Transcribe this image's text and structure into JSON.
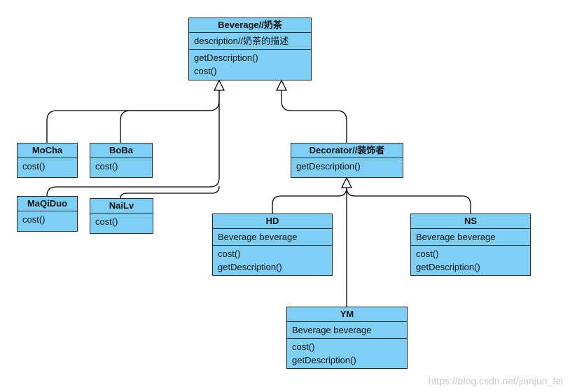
{
  "classes": {
    "beverage": {
      "name": "Beverage//奶茶",
      "fields": [
        "description//奶茶的描述"
      ],
      "methods": [
        "getDescription()",
        "cost()"
      ]
    },
    "mocha": {
      "name": "MoCha",
      "fields": [],
      "methods": [
        "cost()"
      ]
    },
    "boba": {
      "name": "BoBa",
      "fields": [],
      "methods": [
        "cost()"
      ]
    },
    "maqiduo": {
      "name": "MaQiDuo",
      "fields": [],
      "methods": [
        "cost()"
      ]
    },
    "nailv": {
      "name": "NaiLv",
      "fields": [],
      "methods": [
        "cost()"
      ]
    },
    "decorator": {
      "name": "Decorator//装饰者",
      "fields": [],
      "methods": [
        "getDescription()"
      ]
    },
    "hd": {
      "name": "HD",
      "fields": [
        "Beverage beverage"
      ],
      "methods": [
        "cost()",
        "getDescription()"
      ]
    },
    "ns": {
      "name": "NS",
      "fields": [
        "Beverage beverage"
      ],
      "methods": [
        "cost()",
        "getDescription()"
      ]
    },
    "ym": {
      "name": "YM",
      "fields": [
        "Beverage beverage"
      ],
      "methods": [
        "cost()",
        "getDescription()"
      ]
    }
  },
  "watermark": "https://blog.csdn.net/jianjun_fei",
  "colors": {
    "box_fill": "#7dcff5",
    "border": "#2a2a2a",
    "line": "#000000"
  }
}
